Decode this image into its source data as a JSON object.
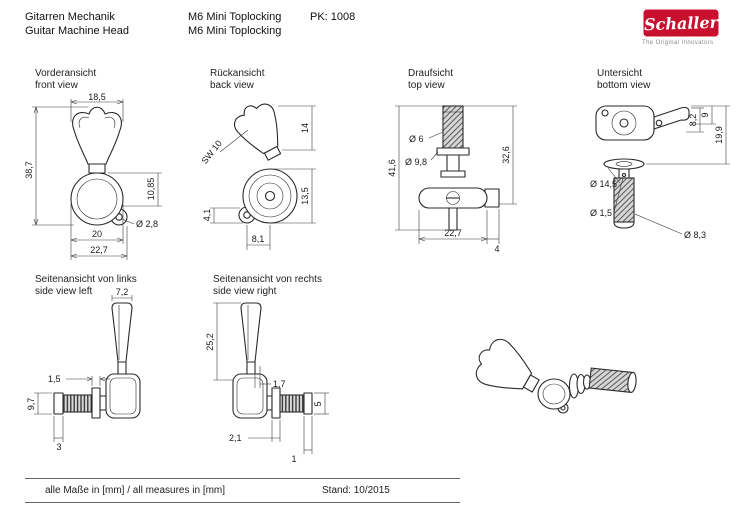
{
  "header": {
    "title_de": "Gitarren Mechanik",
    "title_en": "Guitar Machine Head",
    "model_de": "M6 Mini Toplocking",
    "model_en": "M6 Mini Toplocking",
    "pk_label": "PK: 1008",
    "logo": {
      "brand": "Schaller",
      "tagline": "The Original Innovators",
      "color": "#c8102e"
    }
  },
  "views": {
    "front": {
      "label_de": "Vorderansicht",
      "label_en": "front view",
      "dims": {
        "top_width": "18,5",
        "total_height": "38,7",
        "lower_height": "10,85",
        "ear_hole": "Ø 2,8",
        "housing_width": "20",
        "total_width": "22,7"
      }
    },
    "back": {
      "label_de": "Rückansicht",
      "label_en": "back view",
      "dims": {
        "wrench": "SW 10",
        "button_h": "14",
        "housing_h": "13,5",
        "ear_off": "4,1",
        "ear_x": "8,1"
      }
    },
    "top": {
      "label_de": "Draufsicht",
      "label_en": "top view",
      "dims": {
        "total_h": "41,6",
        "post_d": "Ø 6",
        "washer_d": "Ø 9,8",
        "upper_h": "32,6",
        "button_w": "22,7",
        "tab": "4"
      }
    },
    "bottom": {
      "label_de": "Untersicht",
      "label_en": "bottom view",
      "dims": {
        "d_9": "9",
        "d_8_2": "8,2",
        "d_19_9": "19,9",
        "washer_d": "Ø 14,5",
        "pin_d": "Ø 1,5",
        "post_d": "Ø 8,3"
      }
    },
    "side_left": {
      "label_de": "Seitenansicht von links",
      "label_en": "side view left",
      "dims": {
        "button_t": "7,2",
        "flange_t": "1,5",
        "bush_d": "9,7",
        "cap_t": "3"
      }
    },
    "side_right": {
      "label_de": "Seitenansicht von rechts",
      "label_en": "side view right",
      "dims": {
        "button_h": "25,2",
        "tip_t": "1,7",
        "flange_t": "2,1",
        "cap_h": "5",
        "cap_t": "1"
      }
    }
  },
  "footer": {
    "measures": "alle Maße in [mm] / all measures in [mm]",
    "revision": "Stand: 10/2015"
  }
}
